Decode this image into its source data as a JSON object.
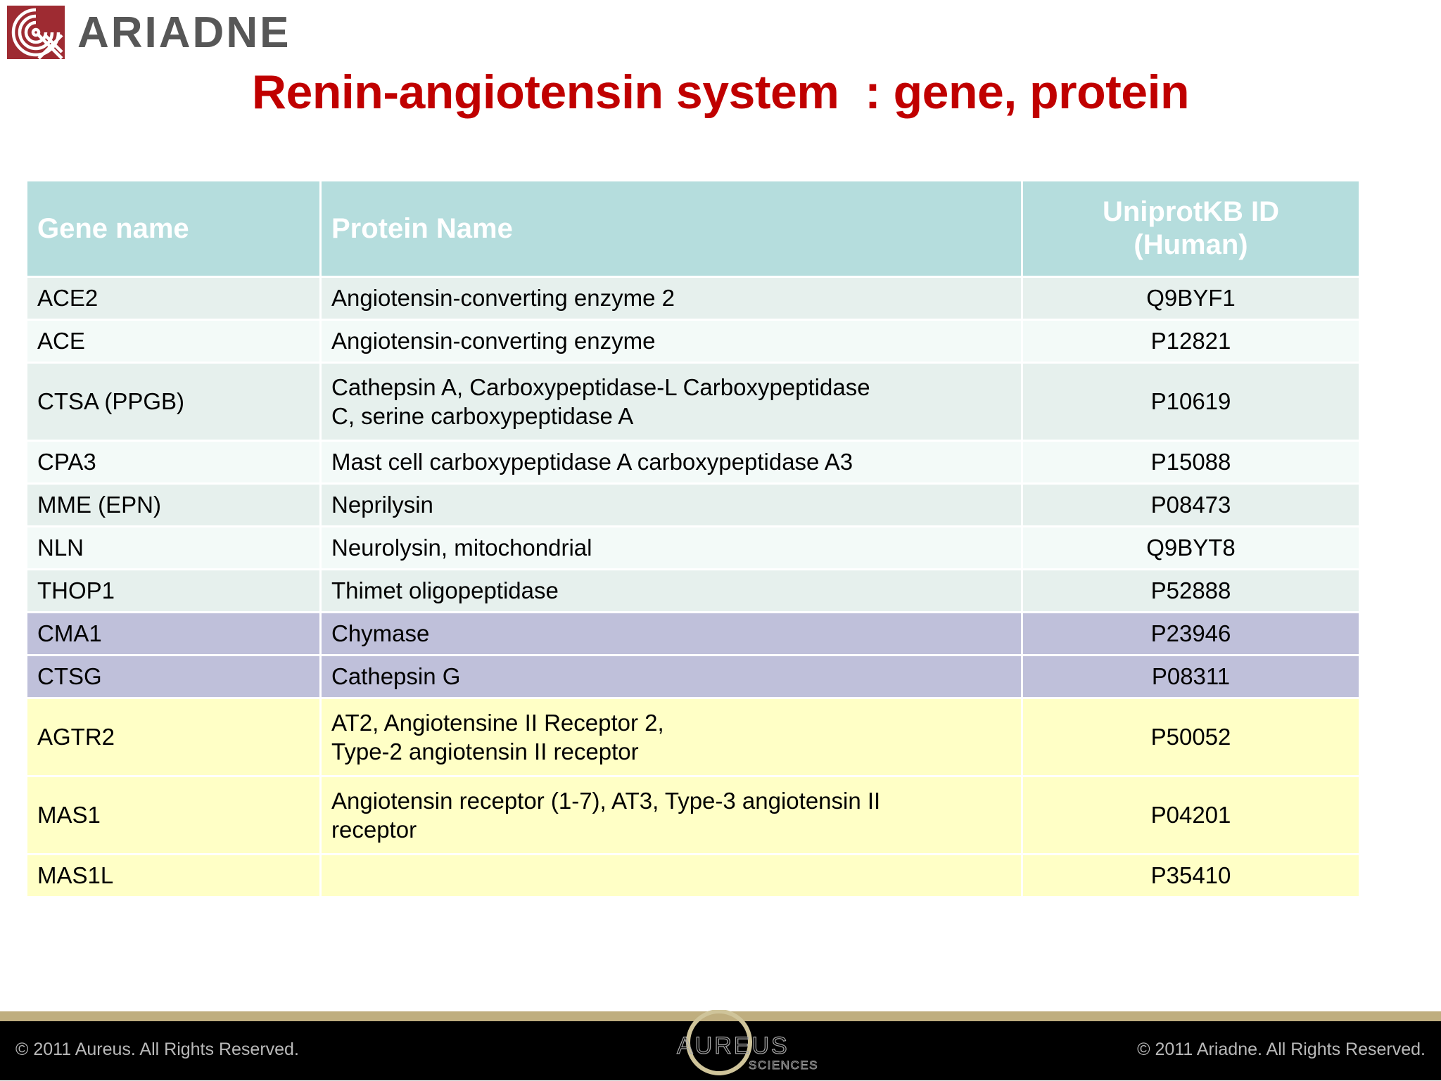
{
  "brand": {
    "logo_icon": "ariadne-labyrinth-icon",
    "wordmark": "ARIADNE",
    "logo_color": "#9e2b32",
    "wordmark_color": "#575757"
  },
  "title": {
    "text": "Renin-angiotensin system  : gene, protein",
    "color": "#c00000"
  },
  "table": {
    "columns": [
      "Gene name",
      "Protein Name",
      "UniprotKB ID\n(Human)"
    ],
    "header_line1": "UniprotKB ID",
    "header_line2": "(Human)",
    "header_bg": "#b5dddd",
    "header_fg": "#ffffff",
    "row_colors": {
      "tint_a": "#e6f0ed",
      "tint_b": "#f3faf8",
      "purple": "#bfc0da",
      "yellow": "#ffffc6"
    },
    "rows": [
      {
        "gene": "ACE2",
        "protein_l1": "Angiotensin-converting enzyme 2",
        "protein_l2": "",
        "uid": "Q9BYF1",
        "tint": "tint-a",
        "lines": 1
      },
      {
        "gene": "ACE",
        "protein_l1": "Angiotensin-converting enzyme",
        "protein_l2": "",
        "uid": "P12821",
        "tint": "tint-b",
        "lines": 1
      },
      {
        "gene": "CTSA (PPGB)",
        "protein_l1": "Cathepsin A, Carboxypeptidase-L Carboxypeptidase",
        "protein_l2": "C, serine carboxypeptidase A",
        "uid": "P10619",
        "tint": "tint-a",
        "lines": 2
      },
      {
        "gene": "CPA3",
        "protein_l1": "Mast cell carboxypeptidase A carboxypeptidase A3",
        "protein_l2": "",
        "uid": "P15088",
        "tint": "tint-b",
        "lines": 1
      },
      {
        "gene": "MME (EPN)",
        "protein_l1": "Neprilysin",
        "protein_l2": "",
        "uid": "P08473",
        "tint": "tint-a",
        "lines": 1
      },
      {
        "gene": "NLN",
        "protein_l1": "Neurolysin, mitochondrial",
        "protein_l2": "",
        "uid": "Q9BYT8",
        "tint": "tint-b",
        "lines": 1
      },
      {
        "gene": "THOP1",
        "protein_l1": "Thimet oligopeptidase",
        "protein_l2": "",
        "uid": "P52888",
        "tint": "tint-a",
        "lines": 1
      },
      {
        "gene": "CMA1",
        "protein_l1": "Chymase",
        "protein_l2": "",
        "uid": "P23946",
        "tint": "tint-purple",
        "lines": 1
      },
      {
        "gene": "CTSG",
        "protein_l1": "Cathepsin G",
        "protein_l2": "",
        "uid": "P08311",
        "tint": "tint-purple",
        "lines": 1
      },
      {
        "gene": "AGTR2",
        "protein_l1": "AT2, Angiotensine II Receptor 2,",
        "protein_l2": "Type-2 angiotensin II receptor",
        "uid": "P50052",
        "tint": "tint-yellow",
        "lines": 2
      },
      {
        "gene": "MAS1",
        "protein_l1": "Angiotensin receptor (1-7), AT3, Type-3 angiotensin II",
        "protein_l2": "receptor",
        "uid": "P04201",
        "tint": "tint-yellow",
        "lines": 2
      },
      {
        "gene": "MAS1L",
        "protein_l1": "",
        "protein_l2": "",
        "uid": "P35410",
        "tint": "tint-yellow",
        "lines": 1
      }
    ]
  },
  "footer": {
    "copyright_left": "© 2011 Aureus. All Rights Reserved.",
    "copyright_right": "© 2011 Ariadne. All Rights Reserved.",
    "logo_wordmark": "AUREUS",
    "logo_subtext": "SCIENCES",
    "stripe_color": "#bfae7f",
    "bg_color": "#000000"
  }
}
